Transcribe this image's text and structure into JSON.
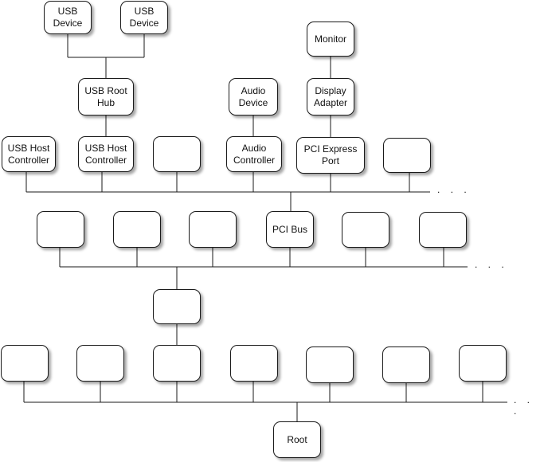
{
  "diagram": {
    "nodes": {
      "usb_device_1": "USB\nDevice",
      "usb_device_2": "USB\nDevice",
      "monitor": "Monitor",
      "usb_root_hub": "USB Root\nHub",
      "audio_device": "Audio\nDevice",
      "display_adapter": "Display\nAdapter",
      "usb_host_controller_1": "USB Host\nController",
      "usb_host_controller_2": "USB Host\nController",
      "audio_controller": "Audio\nController",
      "pci_express_port": "PCI Express\nPort",
      "pci_bus": "PCI Bus",
      "root": "Root"
    },
    "ellipsis": ". . ."
  },
  "colors": {
    "stroke": "#1a1a1a",
    "node_fill": "#ffffff",
    "shadow": "rgba(0,0,0,0.35)"
  }
}
